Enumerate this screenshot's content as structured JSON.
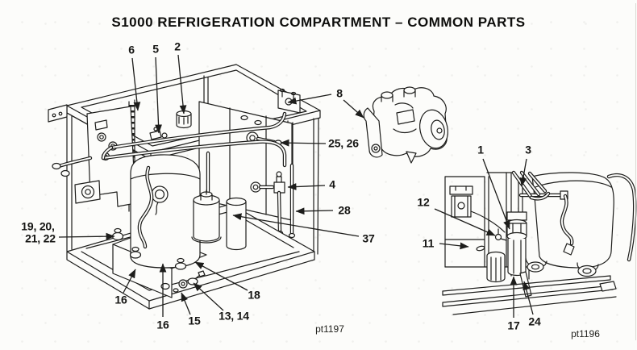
{
  "title": "S1000 REFRIGERATION COMPARTMENT – COMMON PARTS",
  "ink_color": "#1d1d1b",
  "paper_color": "#fcfcfa",
  "left_diagram": {
    "caption": "pt1197",
    "callouts": {
      "c6": "6",
      "c5": "5",
      "c2": "2",
      "c8": "8",
      "c25_26": "25, 26",
      "c4": "4",
      "c28": "28",
      "c37": "37",
      "c19_20": "19, 20,",
      "c21_22": "21, 22",
      "c16a": "16",
      "c16b": "16",
      "c15": "15",
      "c13_14": "13, 14",
      "c18": "18"
    }
  },
  "right_diagram": {
    "caption": "pt1196",
    "callouts": {
      "c1": "1",
      "c3": "3",
      "c12": "12",
      "c11": "11",
      "c17": "17",
      "c24": "24"
    }
  }
}
